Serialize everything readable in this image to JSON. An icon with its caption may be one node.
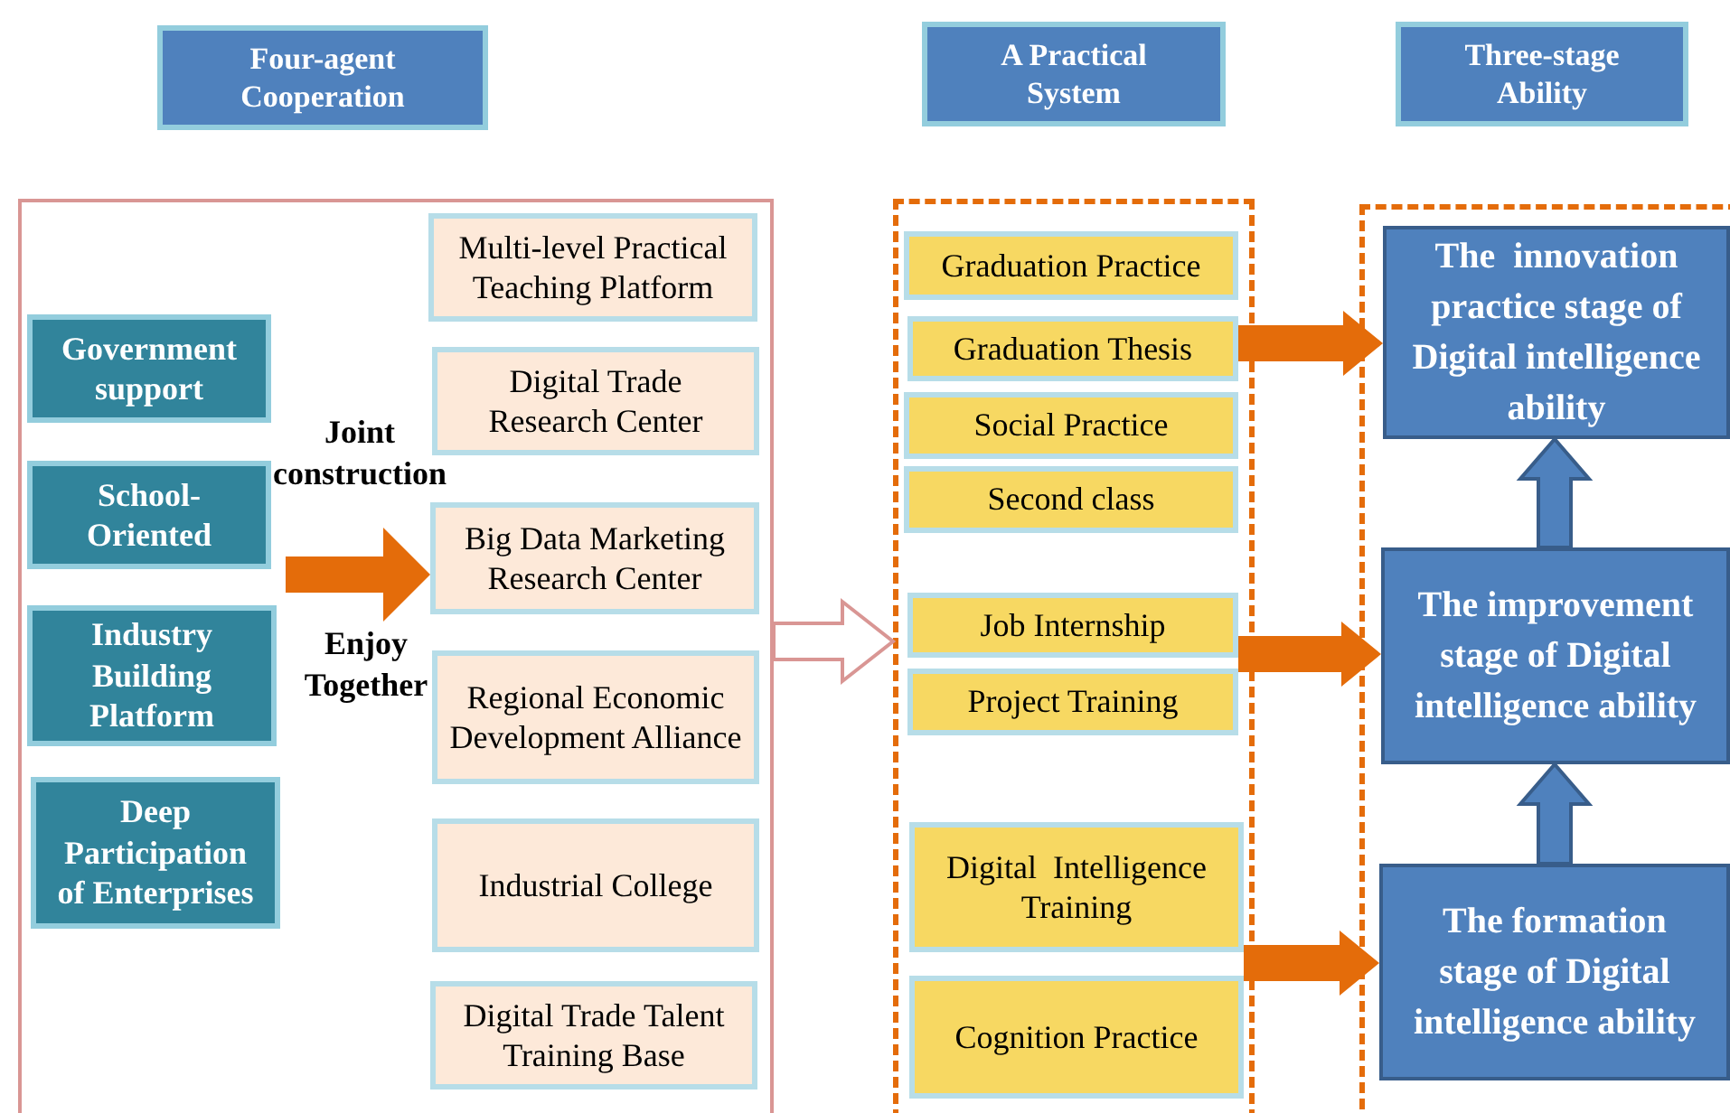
{
  "diagram": {
    "nodes": [
      {
        "text": [
          "Four-agent Cooperation"
        ]
      },
      {
        "text": [
          "A Practical System"
        ]
      },
      {
        "text": [
          "Three-stage Ability"
        ]
      },
      {
        "text": [],
        "shape": "box"
      },
      {
        "text": [
          "Government support"
        ],
        "in": 3
      },
      {
        "text": [
          "School-Oriented"
        ],
        "in": 3
      },
      {
        "text": [
          "Industry Building Platform"
        ],
        "in": 3
      },
      {
        "text": [
          "Deep Participation of Enterprises"
        ],
        "in": 3
      },
      {
        "text": [
          "Multi-level Practical Teaching Platform"
        ],
        "in": 3
      },
      {
        "text": [
          "Digital Trade Research Center"
        ],
        "in": 3
      },
      {
        "text": [
          "Big Data Marketing Research Center"
        ],
        "in": 3
      },
      {
        "text": [
          "Regional Economic Development Alliance"
        ],
        "in": 3
      },
      {
        "text": [
          "Industrial College"
        ],
        "in": 3
      },
      {
        "text": [
          "Digital Trade Talent Training Base"
        ],
        "in": 3
      },
      {
        "text": [],
        "shape": "box"
      },
      {
        "text": [
          "Graduation Practice"
        ],
        "in": 14
      },
      {
        "text": [
          "Graduation Thesis"
        ],
        "in": 14
      },
      {
        "text": [
          "Social Practice"
        ],
        "in": 14
      },
      {
        "text": [
          "Second class"
        ],
        "in": 14
      },
      {
        "text": [
          "Job Internship"
        ],
        "in": 14
      },
      {
        "text": [
          "Project Training"
        ],
        "in": 14
      },
      {
        "text": [
          "Digital  Intelligence Training"
        ],
        "in": 14
      },
      {
        "text": [
          "Cognition Practice"
        ],
        "in": 14
      },
      {
        "text": [],
        "shape": "box"
      },
      {
        "text": [
          "The  innovation practice stage of Digital intelligence ability"
        ],
        "in": 23
      },
      {
        "text": [
          "The improvement stage of Digital intelligence ability"
        ],
        "in": 23
      },
      {
        "text": [
          "The formation stage of Digital intelligence ability"
        ],
        "in": 23
      }
    ],
    "edges": [
      {
        "from": null,
        "to": 10,
        "arrow": "to",
        "style": "thick",
        "color": "#e46c0a"
      },
      {
        "from": 3,
        "to": 14,
        "arrow": "to",
        "style": "thick",
        "color": "#d99694"
      },
      {
        "from": 16,
        "to": 24,
        "arrow": "to",
        "style": "thick",
        "color": "#e46c0a"
      },
      {
        "from": 19,
        "to": 25,
        "arrow": "to",
        "style": "thick",
        "color": "#e46c0a"
      },
      {
        "from": 21,
        "to": 26,
        "arrow": "to",
        "style": "thick",
        "color": "#e46c0a"
      },
      {
        "from": 26,
        "to": 25,
        "arrow": "to",
        "style": "thick",
        "color": "#4f81bd"
      },
      {
        "from": 25,
        "to": 24,
        "arrow": "to",
        "style": "thick",
        "color": "#4f81bd"
      }
    ],
    "labels": [
      "Joint construction",
      "Enjoy Together"
    ]
  }
}
